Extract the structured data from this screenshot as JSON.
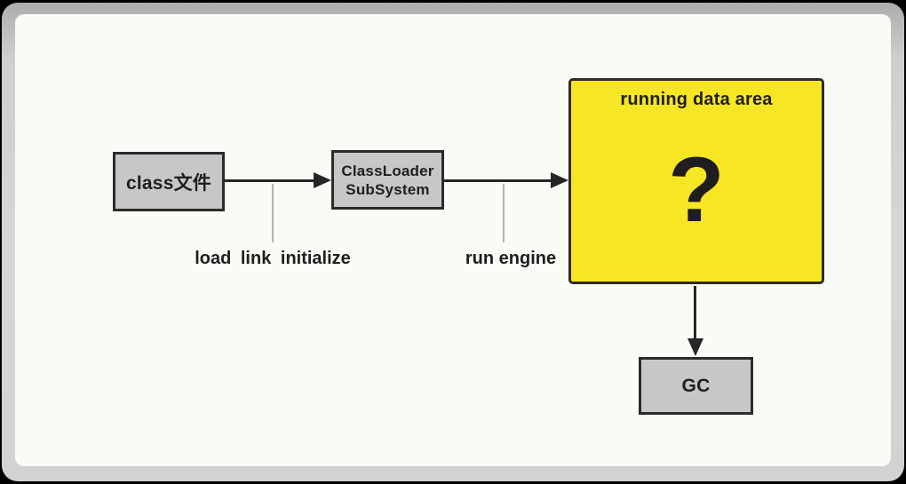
{
  "frame": {
    "outer_bg": "#000000",
    "border_band": "#d2d2d2",
    "panel_bg": "#f8fcf5"
  },
  "diagram": {
    "nodes": [
      {
        "id": "class-file",
        "label": "class文件",
        "fill": "#c7c7c7"
      },
      {
        "id": "classloader-subsystem",
        "lines": [
          "ClassLoader",
          "SubSystem"
        ],
        "fill": "#c7c7c7"
      },
      {
        "id": "running-data-area",
        "title": "running data area",
        "content": "?",
        "fill": "#f7e623"
      },
      {
        "id": "gc",
        "label": "GC",
        "fill": "#c7c7c7"
      }
    ],
    "edge_labels": [
      {
        "id": "load-link-initialize",
        "text": "load link initialize"
      },
      {
        "id": "run-engine",
        "text": "run engine"
      }
    ],
    "colors": {
      "box_border": "#2b2b2b",
      "arrow": "#262626",
      "tick_line": "#b3b3b3",
      "text": "#1e1e1e",
      "highlight_yellow": "#f7e623",
      "box_gray": "#c7c7c7"
    }
  }
}
